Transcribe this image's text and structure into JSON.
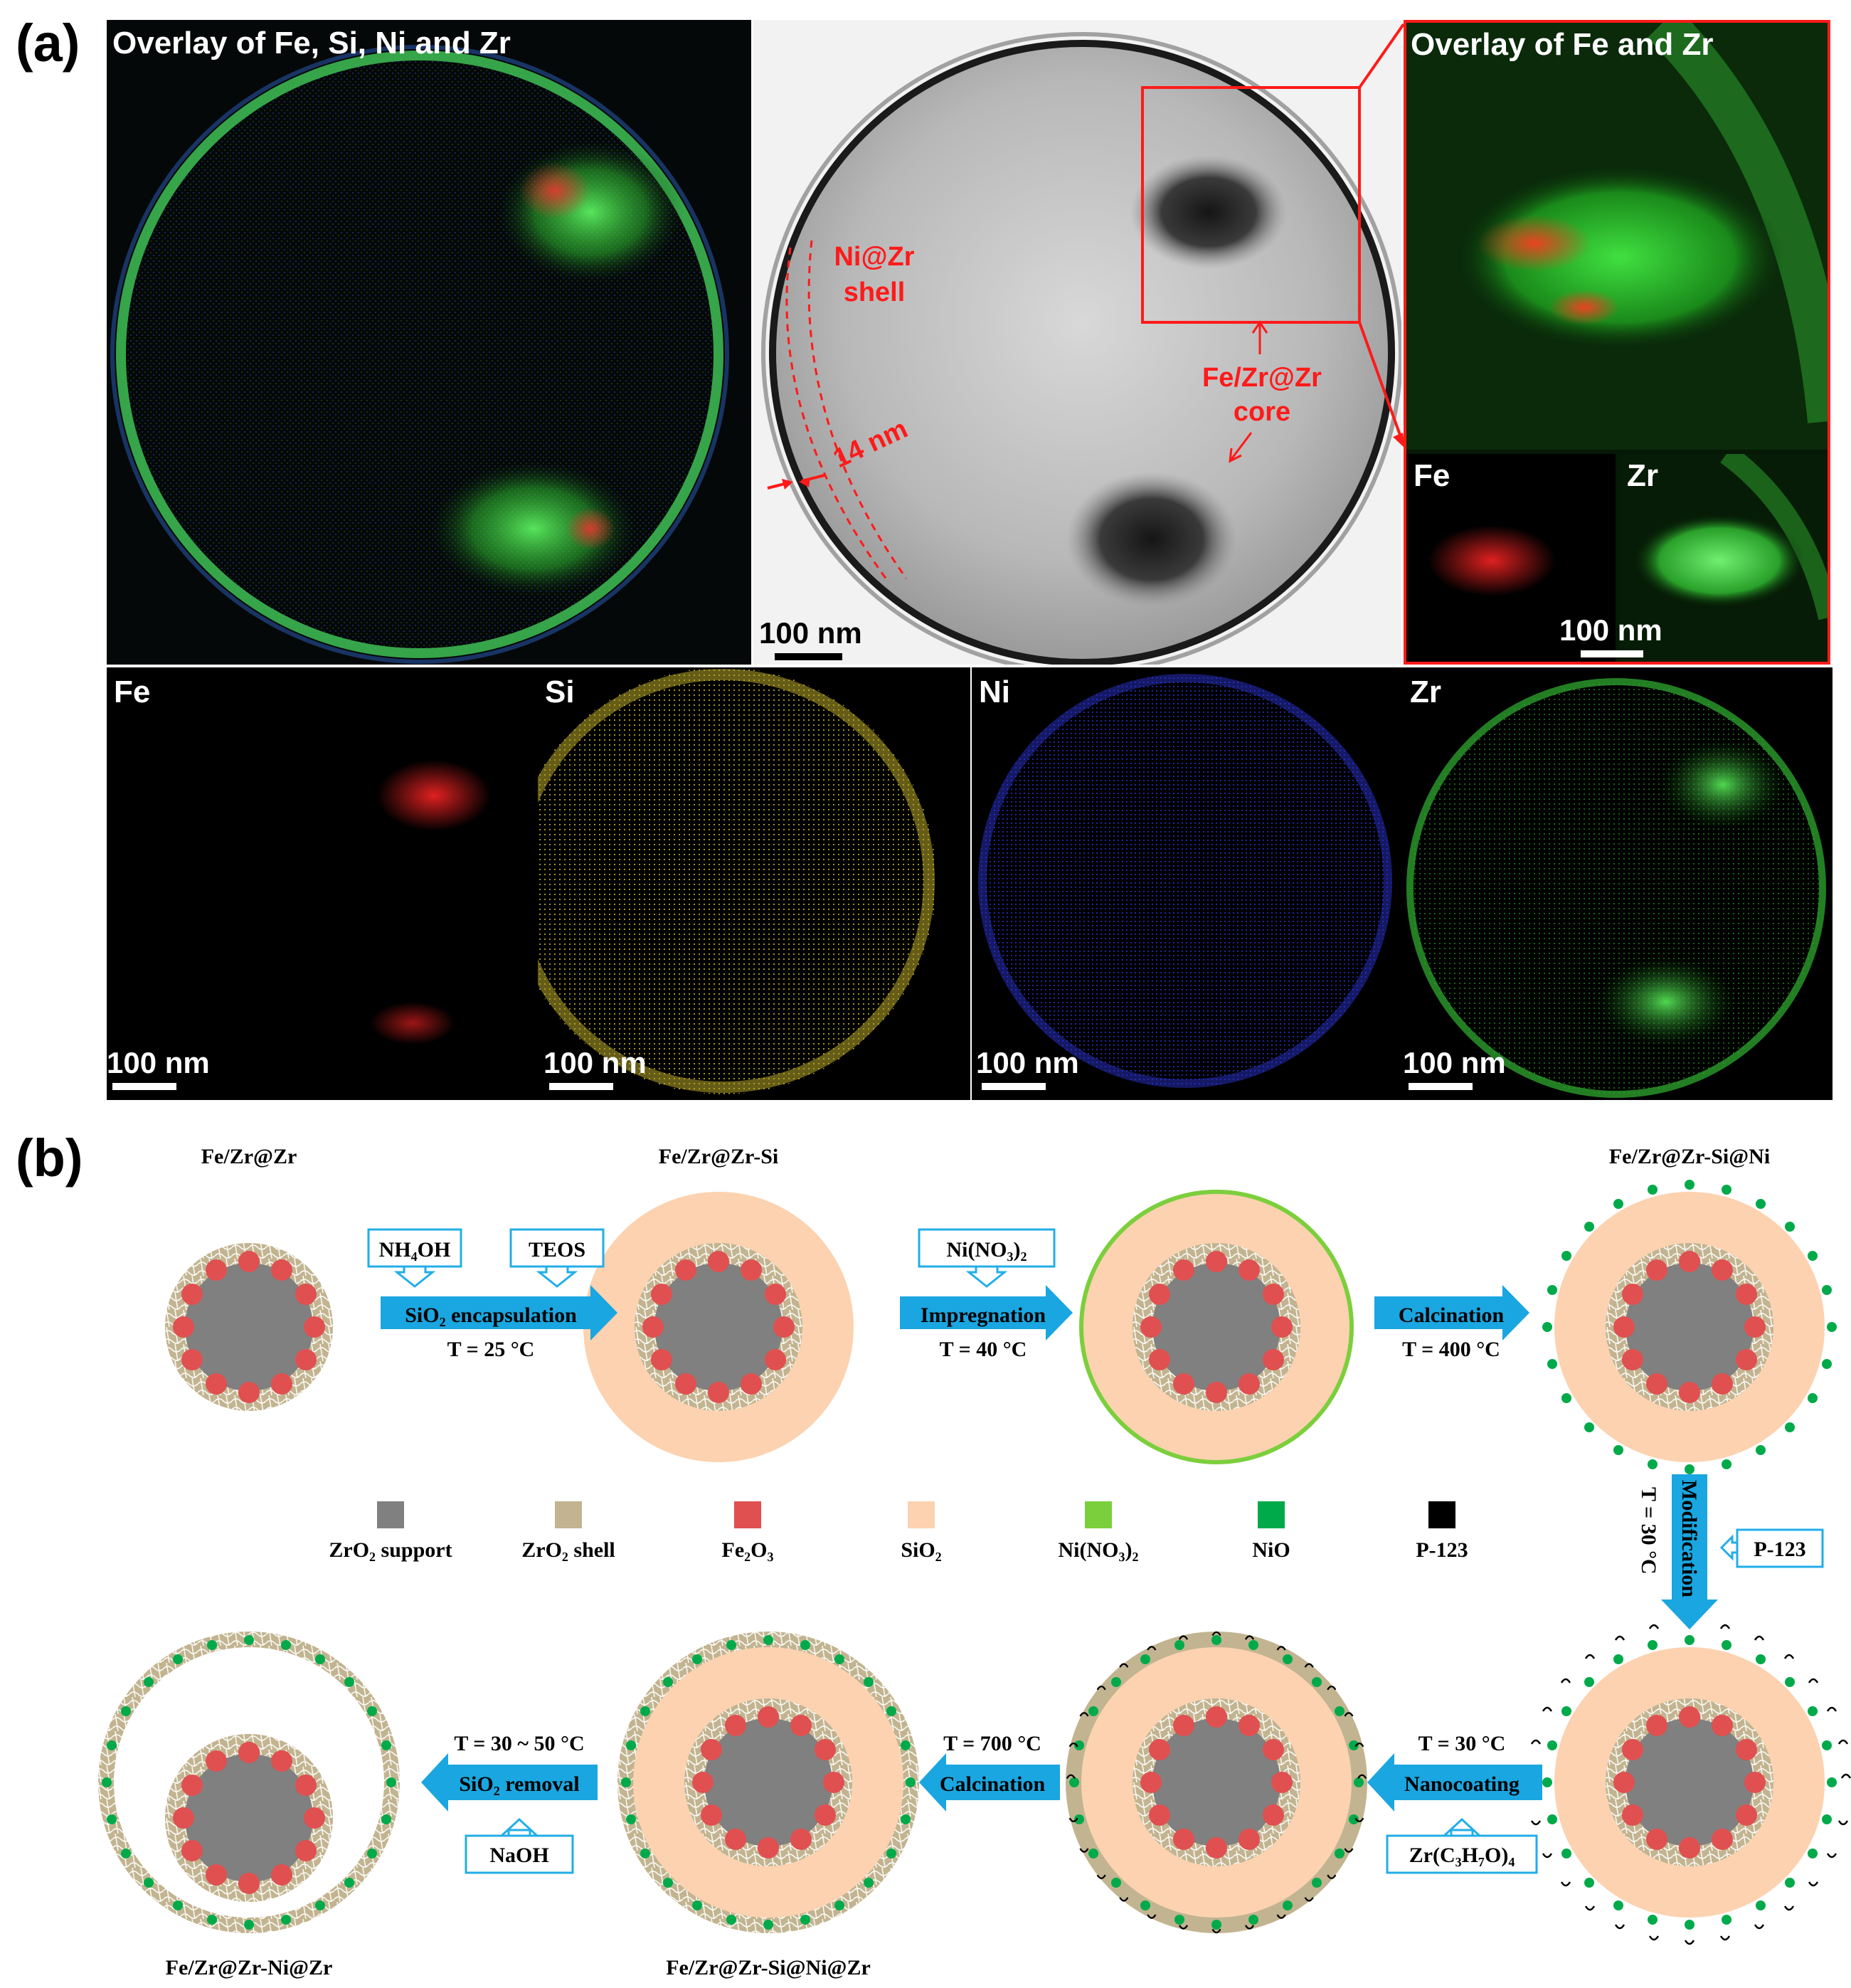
{
  "panel_a": {
    "letter": "(a)",
    "overlay_all_title": "Overlay of Fe, Si, Ni and Zr",
    "overlay_fe_zr_title": "Overlay of Fe and Zr",
    "tem_annotations": {
      "shell_label_1": "Ni@Zr",
      "shell_label_2": "shell",
      "thickness": "14 nm",
      "core_label_1": "Fe/Zr@Zr",
      "core_label_2": "core"
    },
    "inset_labels": {
      "fe": "Fe",
      "zr": "Zr"
    },
    "maps": {
      "fe": "Fe",
      "si": "Si",
      "ni": "Ni",
      "zr": "Zr"
    },
    "scale_bar": "100 nm",
    "colors": {
      "fe": "#e01818",
      "si": "#d8c830",
      "ni": "#2830d8",
      "zr": "#30c838",
      "annotation": "#ff1a1a"
    }
  },
  "panel_b": {
    "letter": "(b)",
    "top_row": {
      "titles": [
        "Fe/Zr@Zr",
        "Fe/Zr@Zr-Si",
        "Fe/Zr@Zr-Si@Ni"
      ],
      "reagents": [
        "NH₄OH",
        "TEOS",
        "Ni(NO₃)₂"
      ],
      "steps": [
        {
          "name": "SiO₂ encapsulation",
          "condition": "T = 25 °C"
        },
        {
          "name": "Impregnation",
          "condition": "T = 40 °C"
        },
        {
          "name": "Calcination",
          "condition": "T = 400 °C"
        }
      ]
    },
    "vertical_step": {
      "name": "Modification",
      "condition": "T = 30 °C",
      "reagent": "P-123"
    },
    "legend": [
      {
        "label": "ZrO₂ support",
        "color": "#808080"
      },
      {
        "label": "ZrO₂ shell",
        "color": "#c2b490"
      },
      {
        "label": "Fe₂O₃",
        "color": "#e05050"
      },
      {
        "label": "SiO₂",
        "color": "#fcd2b0"
      },
      {
        "label": "Ni(NO₃)₂",
        "color": "#7ccf3c"
      },
      {
        "label": "NiO",
        "color": "#00aa4a"
      },
      {
        "label": "P-123",
        "color": "#000000"
      }
    ],
    "bottom_row": {
      "titles": [
        "Fe/Zr@Zr-Ni@Zr",
        "Fe/Zr@Zr-Si@Ni@Zr"
      ],
      "steps": [
        {
          "name": "SiO₂ removal",
          "condition": "T = 30 ~ 50 °C",
          "reagent": "NaOH"
        },
        {
          "name": "Calcination",
          "condition": "T = 700 °C"
        },
        {
          "name": "Nanocoating",
          "condition": "T = 30 °C",
          "reagent": "Zr(C₃H₇O)₄"
        }
      ]
    },
    "colors": {
      "arrow": "#1aa6e0",
      "reagent_box": "#22aee8"
    }
  }
}
